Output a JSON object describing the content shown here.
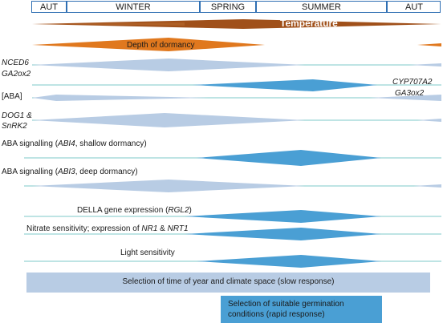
{
  "seasons": [
    "AUT",
    "WINTER",
    "SPRING",
    "SUMMER",
    "AUT"
  ],
  "temperature_label": "Temperature",
  "dormancy_label": "Depth of dormancy",
  "labels": {
    "nced6": "NCED6",
    "ga2ox2": "GA2ox2",
    "cyp707a2": "CYP707A2",
    "ga3ox2": "GA3ox2",
    "aba": "[ABA]",
    "dog1": "DOG1 &",
    "snrk2": "SnRK2",
    "aba_sig_abi4_pre": "ABA signalling (",
    "aba_sig_abi4_it": "ABI4",
    "aba_sig_abi4_post": ", shallow dormancy)",
    "aba_sig_abi3_pre": "ABA signalling (",
    "aba_sig_abi3_it": "ABI3",
    "aba_sig_abi3_post": ", deep dormancy)",
    "della_pre": "DELLA gene expression (",
    "della_it": "RGL2",
    "della_post": ")",
    "nitrate_pre": "Nitrate sensitivity; expression of ",
    "nitrate_it1": "NR1",
    "nitrate_mid": " & ",
    "nitrate_it2": "NRT1",
    "light": "Light sensitivity"
  },
  "slow_box": "Selection of time of year and climate space (slow response)",
  "fast_box_line1": "Selection of suitable germination",
  "fast_box_line2": "conditions (rapid response)",
  "colors": {
    "brown": "#a0501a",
    "orange": "#e0781e",
    "pale_blue": "#b8cce4",
    "mid_blue": "#4a9fd4",
    "teal_line": "#7ec8c8",
    "frame_blue": "#2f6fb3"
  }
}
